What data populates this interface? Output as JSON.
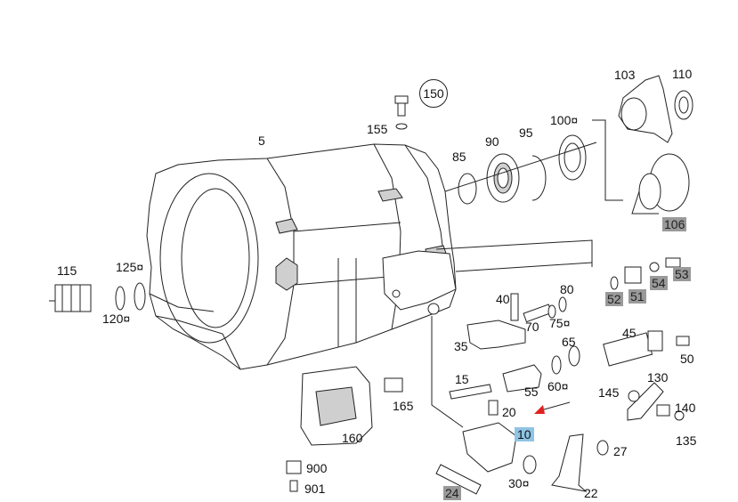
{
  "diagram": {
    "highlight_color": "#8fc4e4",
    "grey_label_color": "#9a9a9a",
    "arrow_color": "#e02020",
    "labels": {
      "p5": "5",
      "p150": "150",
      "p155": "155",
      "p85": "85",
      "p90": "90",
      "p95": "95",
      "p100": "100¤",
      "p103": "103",
      "p110": "110",
      "p106": "106",
      "p115": "115",
      "p125": "125¤",
      "p120": "120¤",
      "p52": "52",
      "p51": "51",
      "p54": "54",
      "p53": "53",
      "p40": "40",
      "p80": "80",
      "p70": "70",
      "p75": "75¤",
      "p35": "35",
      "p45": "45",
      "p65": "65",
      "p50": "50",
      "p15": "15",
      "p55": "55",
      "p60": "60¤",
      "p130": "130",
      "p145": "145",
      "p140": "140",
      "p135": "135",
      "p165": "165",
      "p20": "20",
      "p10": "10",
      "p160": "160",
      "p27": "27",
      "p900": "900",
      "p901": "901",
      "p30": "30¤",
      "p24": "24",
      "p22": "22"
    }
  }
}
